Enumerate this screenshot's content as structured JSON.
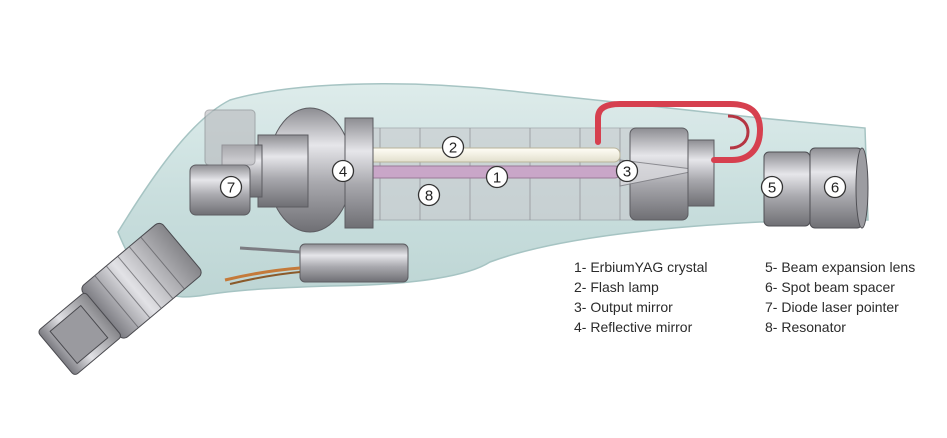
{
  "callouts": [
    {
      "label": "1"
    },
    {
      "label": "2"
    },
    {
      "label": "3"
    },
    {
      "label": "4"
    },
    {
      "label": "5"
    },
    {
      "label": "6"
    },
    {
      "label": "7"
    },
    {
      "label": "8"
    }
  ],
  "legend": {
    "left": [
      "1- ErbiumYAG crystal",
      "2- Flash lamp",
      "3- Output mirror",
      "4- Reflective mirror"
    ],
    "right": [
      "5- Beam expansion lens",
      "6- Spot beam spacer",
      "7- Diode laser pointer",
      "8- Resonator"
    ]
  },
  "colors": {
    "housing": "#cfe3e2",
    "housing_edge": "#a9c6c5",
    "flash_lamp": "#f4f2e6",
    "crystal": "#c9a6c8",
    "cable": "#d6404f",
    "metal": "#b9b9bd"
  }
}
